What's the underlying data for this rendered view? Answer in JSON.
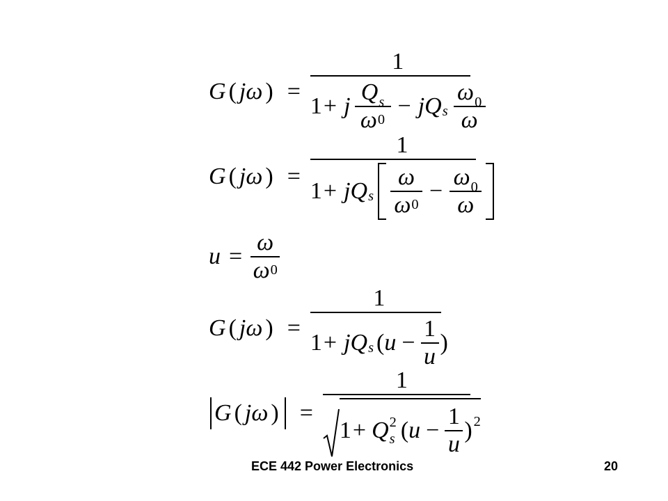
{
  "slide": {
    "footer_title": "ECE 442 Power Electronics",
    "page_number": "20"
  },
  "symbols": {
    "G": "G",
    "j": "j",
    "omega": "ω",
    "one": "1",
    "plus": "+",
    "minus": "−",
    "equals": "=",
    "Q": "Q",
    "s": "s",
    "zero": "0",
    "u": "u",
    "two": "2",
    "lparen": "(",
    "rparen": ")"
  }
}
